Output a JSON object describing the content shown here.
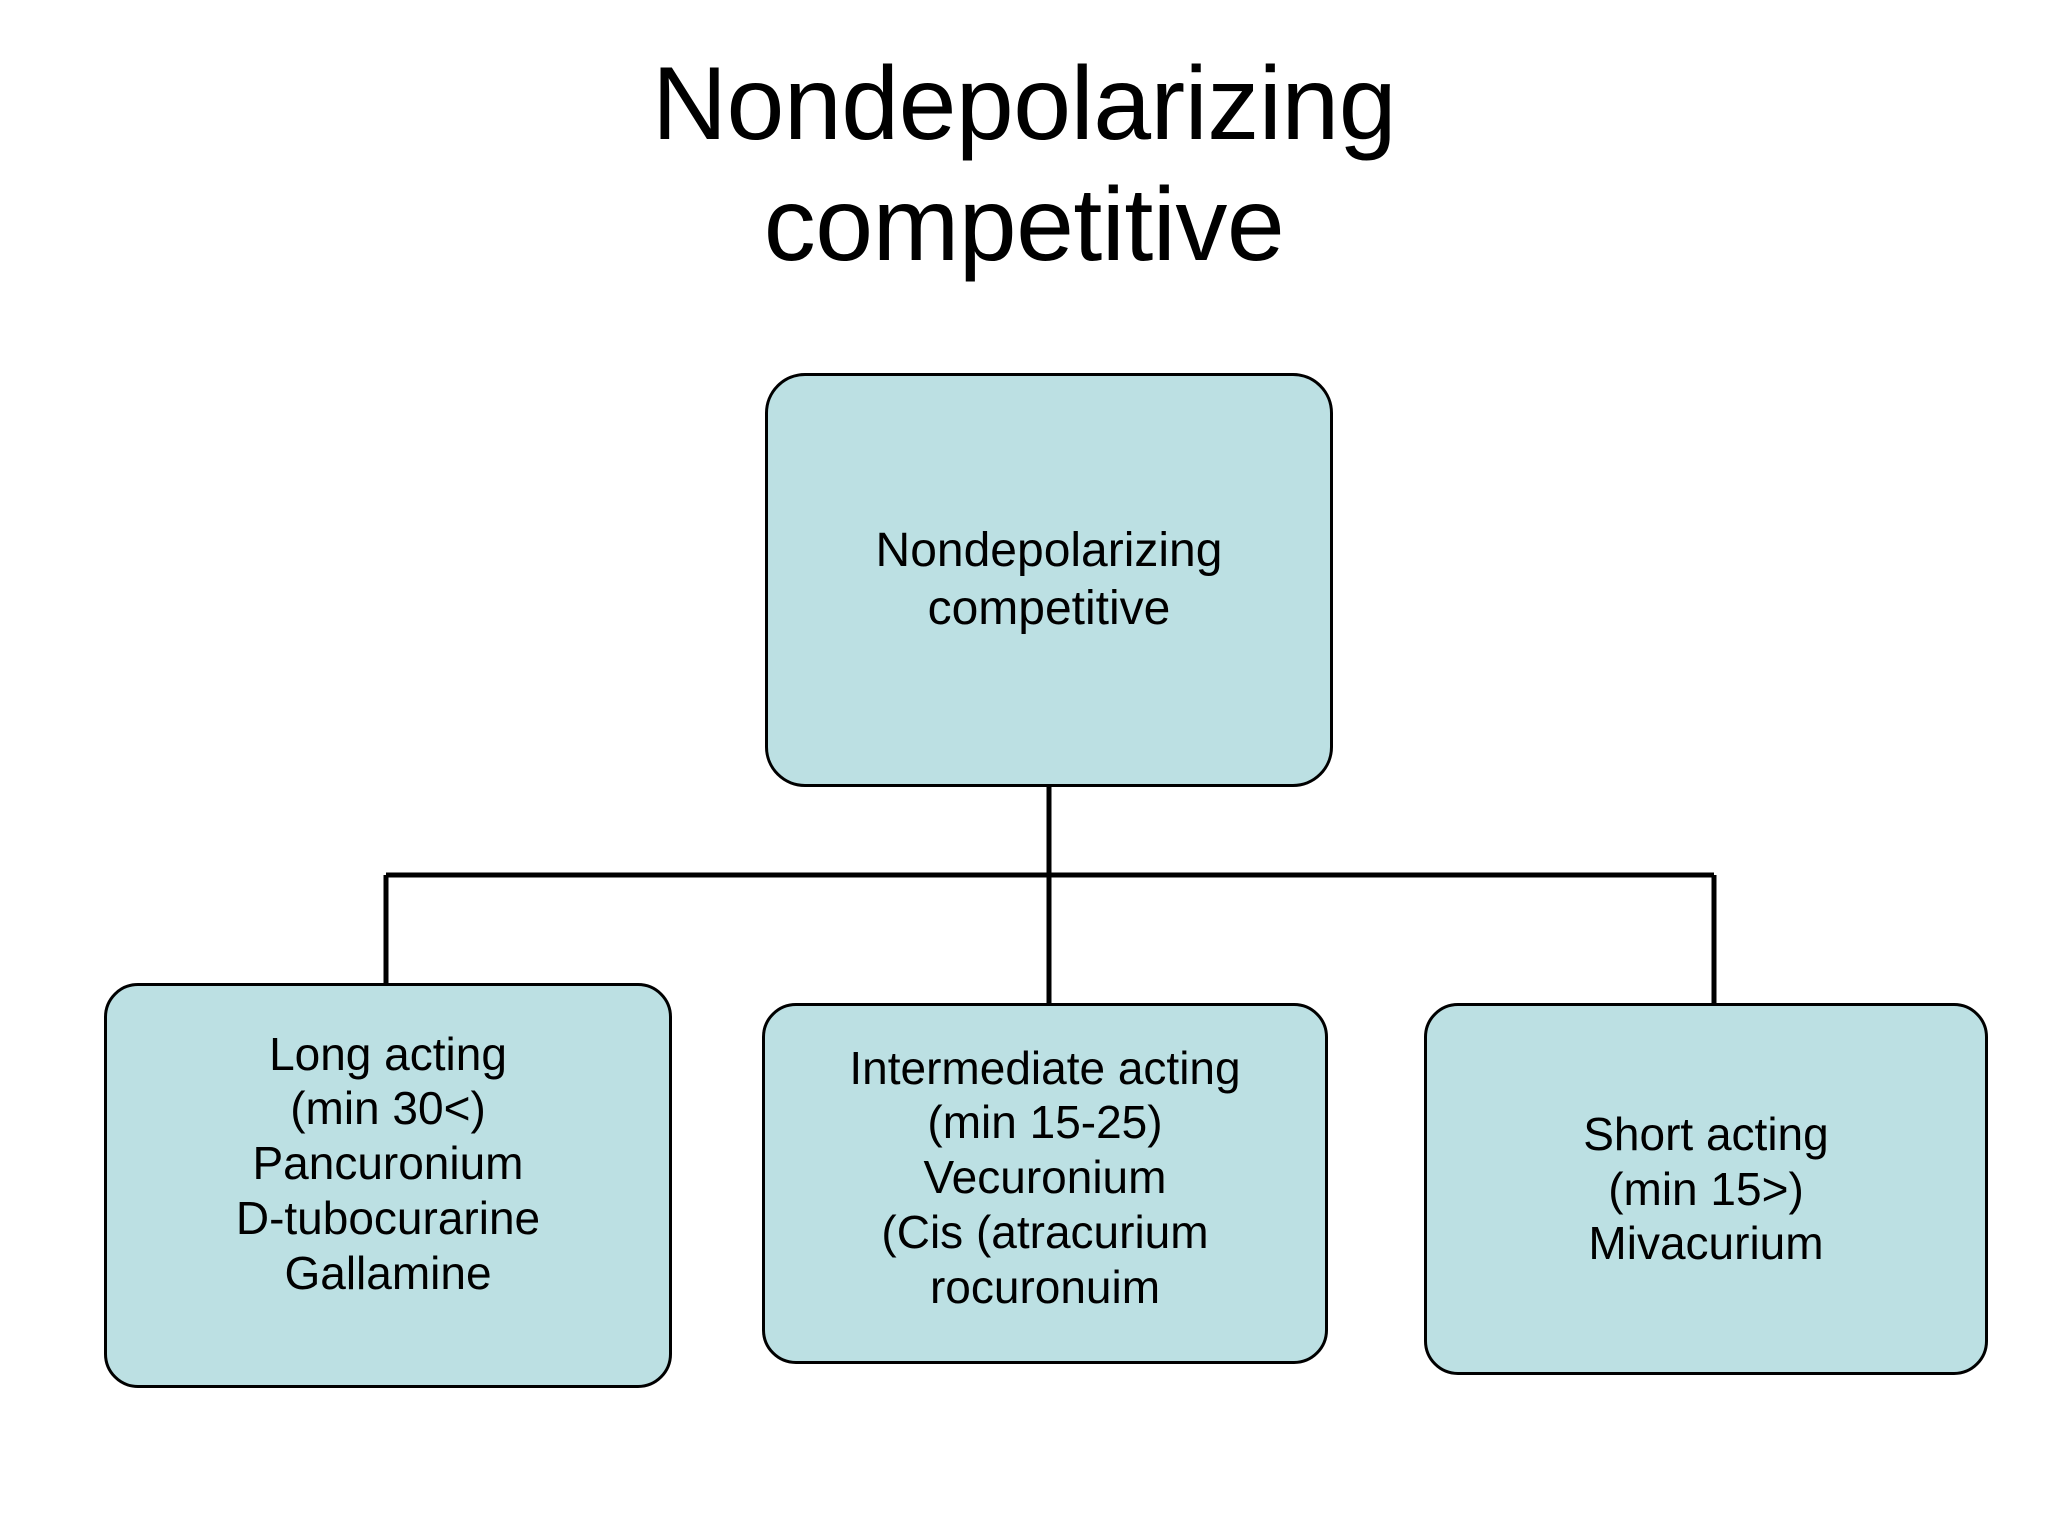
{
  "slide": {
    "title": "Nondepolarizing\ncompetitive",
    "background_color": "#ffffff",
    "node_fill_color": "#bce0e3",
    "node_border_color": "#000000",
    "connector_color": "#000000",
    "text_color": "#000000"
  },
  "diagram": {
    "type": "hierarchy",
    "root": {
      "label": "Nondepolarizing\ncompetitive",
      "lines": [
        "Nondepolarizing",
        "competitive"
      ]
    },
    "children": [
      {
        "id": "long-acting",
        "label": "Long acting\n(min 30<)\nPancuronium\nD-tubocurarine\nGallamine",
        "lines": [
          "Long acting",
          "(min 30<)",
          "Pancuronium",
          "D-tubocurarine",
          "Gallamine"
        ],
        "category": "Long acting",
        "duration": "min 30<",
        "drugs": [
          "Pancuronium",
          "D-tubocurarine",
          "Gallamine"
        ]
      },
      {
        "id": "intermediate-acting",
        "label": "Intermediate acting\n(min 15-25)\nVecuronium\n(Cis (atracurium\nrocuronuim",
        "lines": [
          "Intermediate acting",
          "(min 15-25)",
          "Vecuronium",
          "(Cis (atracurium",
          "rocuronuim"
        ],
        "category": "Intermediate acting",
        "duration": "min 15-25",
        "drugs": [
          "Vecuronium",
          "(Cis (atracurium",
          "rocuronuim"
        ]
      },
      {
        "id": "short-acting",
        "label": "Short acting\n(min 15>)\nMivacurium",
        "lines": [
          "Short acting",
          "(min 15>)",
          "Mivacurium"
        ],
        "category": "Short acting",
        "duration": "min 15>",
        "drugs": [
          "Mivacurium"
        ]
      }
    ]
  }
}
